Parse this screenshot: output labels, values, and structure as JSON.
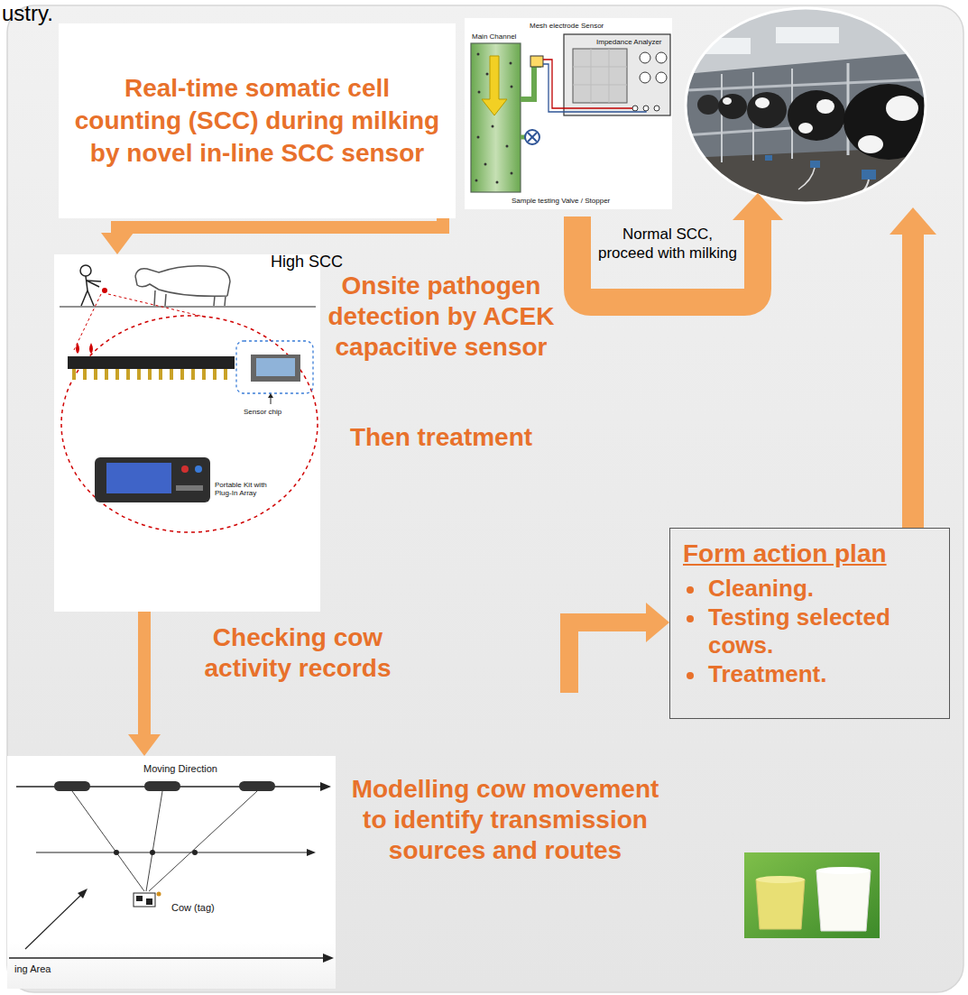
{
  "diagram": {
    "nodes": [
      {
        "text": [
          "Real-time somatic cell counting (SCC) during milking by novel in-line SCC sensor"
        ]
      },
      {
        "text": [
          "Main Channel",
          "Mesh electrode Sensor",
          "Impedance Analyzer",
          "Sample testing Valve / Stopper"
        ]
      },
      {
        "text": [
          "Sensor chip",
          "Portable Kit with Plug-In Array"
        ]
      },
      {
        "text": [
          "Moving Direction",
          "Cow (tag)",
          "ing Area"
        ]
      },
      {
        "text": [
          "Form action plan",
          "Cleaning.",
          "Testing selected cows.",
          "Treatment."
        ]
      }
    ],
    "edges": [
      {
        "from": 0,
        "to": 2,
        "arrow": "to"
      },
      {
        "from": 2,
        "to": 3,
        "arrow": "to"
      }
    ],
    "labels": [
      "ustry.",
      "High SCC",
      "Normal SCC, proceed with milking",
      "Onsite pathogen detection by ACEK capacitive sensor",
      "Then treatment",
      "Checking cow activity records",
      "Modelling cow movement to identify transmission sources and routes"
    ]
  }
}
